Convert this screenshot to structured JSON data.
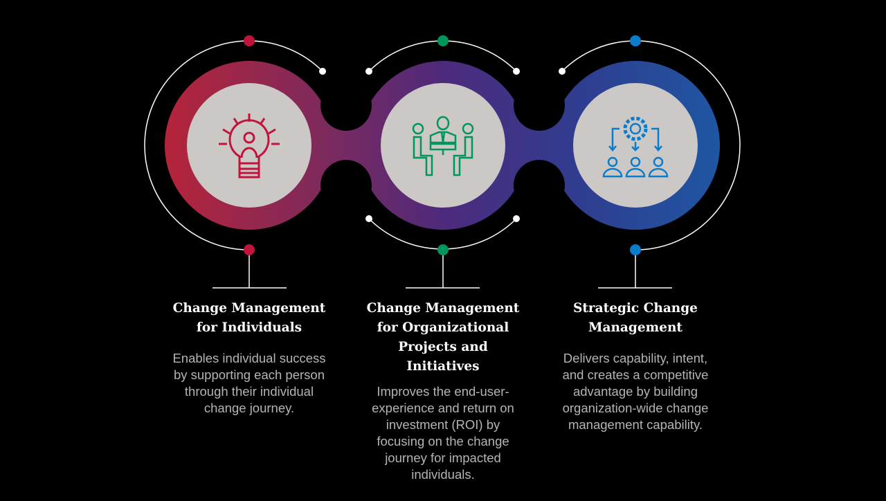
{
  "colors": {
    "red": "#c0143c",
    "green": "#00965a",
    "blue": "#0a7ccc",
    "inner": "#cbc8c6",
    "grad_start": "#b5243a",
    "grad_mid": "#4e2a7c",
    "grad_end": "#1f56a2"
  },
  "items": [
    {
      "icon": "lightbulb-person-icon",
      "title_lines": [
        "Change Management",
        "for Individuals"
      ],
      "description": "Enables individual success by supporting each person through their individual change journey."
    },
    {
      "icon": "meeting-table-icon",
      "title_lines": [
        "Change Management",
        "for Organizational",
        "Projects and Initiatives"
      ],
      "description": "Improves the end-user-experience and return on investment (ROI) by focusing on the change journey for impacted individuals."
    },
    {
      "icon": "gear-people-icon",
      "title_lines": [
        "Strategic Change",
        "Management"
      ],
      "description": "Delivers capability, intent, and creates a competitive advantage by building organization-wide change management capability."
    }
  ]
}
